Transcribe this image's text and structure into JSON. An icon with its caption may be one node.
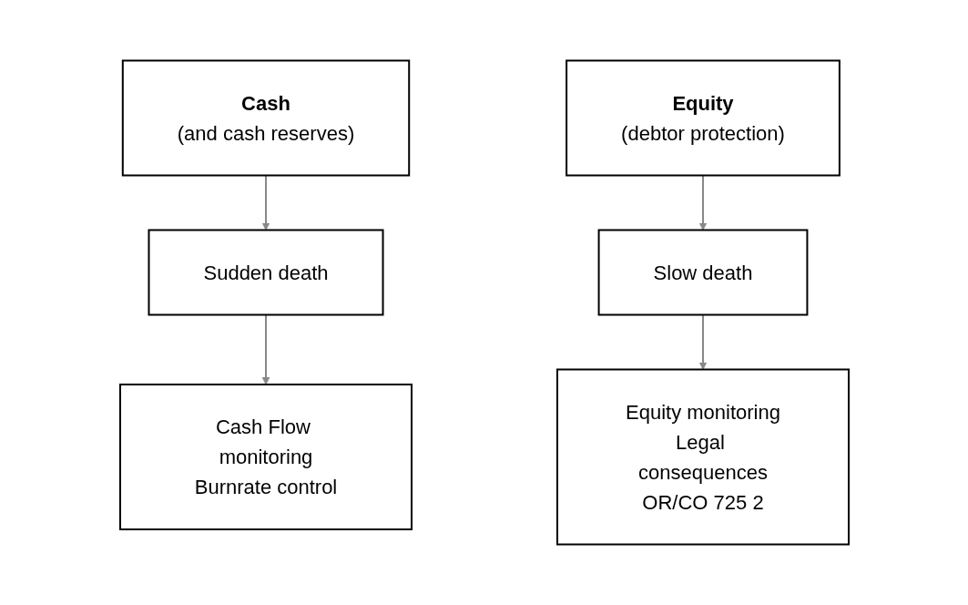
{
  "diagram": {
    "nodes": [
      {
        "text": [
          "Cash",
          "(and cash reserves)"
        ]
      },
      {
        "text": [
          "Sudden death"
        ]
      },
      {
        "text": [
          "Cash Flow monitoring",
          "Burnrate control"
        ]
      },
      {
        "text": [
          "Equity",
          "(debtor protection)"
        ]
      },
      {
        "text": [
          "Slow death"
        ]
      },
      {
        "text": [
          "Equity monitoring",
          "Legal consequences",
          "OR/CO 725 2"
        ]
      }
    ],
    "edges": [
      {
        "from": 0,
        "to": 1,
        "arrow": "to"
      },
      {
        "from": 1,
        "to": 2,
        "arrow": "to"
      },
      {
        "from": 3,
        "to": 4,
        "arrow": "to"
      },
      {
        "from": 4,
        "to": 5,
        "arrow": "to"
      }
    ]
  }
}
